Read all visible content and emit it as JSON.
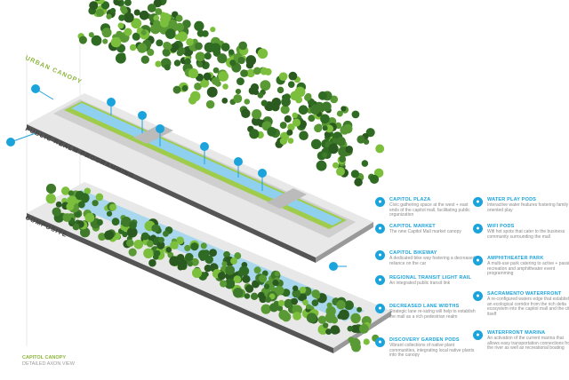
{
  "layers": {
    "urban_canopy": "URBAN CANOPY",
    "public_realm": "PUBLIC REALM PROGRAMMING",
    "composite": "COMPOSITE"
  },
  "caption": {
    "title": "CAPITOL CANOPY",
    "subtitle": "DETAILED AXON VIEW"
  },
  "colors": {
    "accent": "#1ba3dc",
    "green": "#8cb63c",
    "tree": "#3f7a2a",
    "slab": "#e6e6e6",
    "edge": "#555555"
  },
  "legend": {
    "left": [
      {
        "icon": "plaza-icon",
        "title": "CAPITOL PLAZA",
        "desc": "Civic gathering space at the west + east ends of the capitol mall, facilitating public organization"
      },
      {
        "icon": "market-icon",
        "title": "CAPITOL MARKET",
        "desc": "The new Capitol Mall market canopy"
      },
      {
        "icon": "bike-icon",
        "title": "CAPITOL BIKEWAY",
        "desc": "A dedicated bike way fostering a decreased reliance on the car"
      },
      {
        "icon": "rail-icon",
        "title": "REGIONAL TRANSIT LIGHT RAIL",
        "desc": "An integrated public transit link"
      },
      {
        "icon": "lane-icon",
        "title": "DECREASED LANE WIDTHS",
        "desc": "Strategic lane re-sizing will help to establish the mall as a rich pedestrian realm"
      },
      {
        "icon": "garden-icon",
        "title": "DISCOVERY GARDEN PODS",
        "desc": "Vibrant collections of native plant communities, integrating local native plants into the canopy"
      }
    ],
    "right": [
      {
        "icon": "water-play-icon",
        "title": "WATER PLAY PODS",
        "desc": "Interactive water features fostering family oriented play"
      },
      {
        "icon": "wifi-icon",
        "title": "WIFI PODS",
        "desc": "Wifi hot spots that cater to the business community surrounding the mall"
      },
      {
        "icon": "amphitheater-icon",
        "title": "AMPHITHEATER PARK",
        "desc": "A multi-use park catering to active + passive recreation and amphitheater event programming"
      },
      {
        "icon": "waterfront-icon",
        "title": "SACRAMENTO WATERFRONT",
        "desc": "A re-configured waters edge that establishes an ecological corridor from the rich delta ecosystem into the capitol mall and the city itself"
      },
      {
        "icon": "marina-icon",
        "title": "WATERFRONT MARINA",
        "desc": "An activation of the current marina that allows easy transportation connections from the river as well as recreational boating"
      }
    ]
  }
}
